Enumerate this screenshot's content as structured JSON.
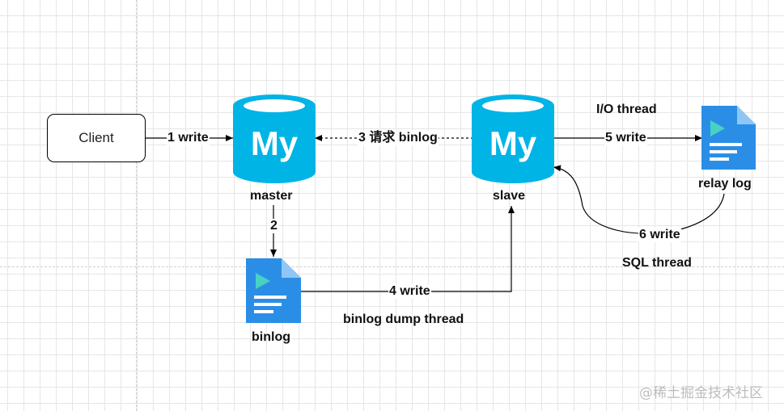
{
  "nodes": {
    "client": "Client",
    "master": "master",
    "slave": "slave",
    "binlog": "binlog",
    "relay_log": "relay log",
    "mysql_logo_text": "My"
  },
  "edges": {
    "write1": "1 write",
    "step2": "2",
    "request_binlog": "3 请求 binlog",
    "write4": "4 write",
    "write5": "5 write",
    "write6": "6 write"
  },
  "threads": {
    "io": "I/O thread",
    "sql": "SQL thread",
    "dump": "binlog dump thread"
  },
  "watermark": "@稀土掘金技术社区",
  "colors": {
    "mysql_blue": "#00b4e6",
    "doc_blue": "#2b8ee6",
    "doc_light": "#8fc6f5"
  }
}
